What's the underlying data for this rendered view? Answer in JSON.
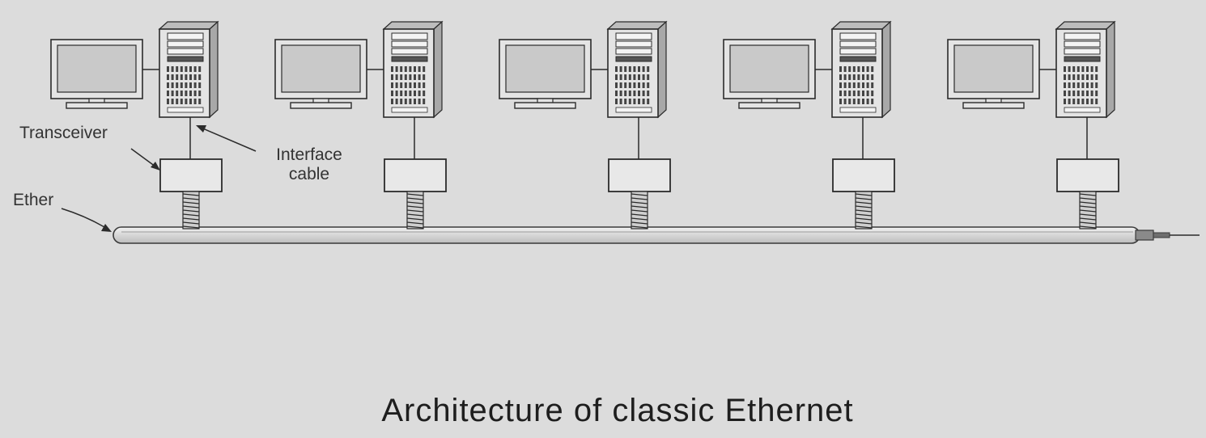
{
  "labels": {
    "transceiver": "Transceiver",
    "interface_line1": "Interface",
    "interface_line2": "cable",
    "ether": "Ether"
  },
  "caption": "Architecture of classic Ethernet",
  "stations": [
    {
      "monitor": "monitor-icon",
      "tower": "server-tower-icon",
      "transceiver": "transceiver-box"
    },
    {
      "monitor": "monitor-icon",
      "tower": "server-tower-icon",
      "transceiver": "transceiver-box"
    },
    {
      "monitor": "monitor-icon",
      "tower": "server-tower-icon",
      "transceiver": "transceiver-box"
    },
    {
      "monitor": "monitor-icon",
      "tower": "server-tower-icon",
      "transceiver": "transceiver-box"
    },
    {
      "monitor": "monitor-icon",
      "tower": "server-tower-icon",
      "transceiver": "transceiver-box"
    }
  ],
  "colors": {
    "background": "#dcdcdc",
    "stroke": "#2b2b2b",
    "screen": "#c9c9c9",
    "fill": "#e4e4e4"
  }
}
